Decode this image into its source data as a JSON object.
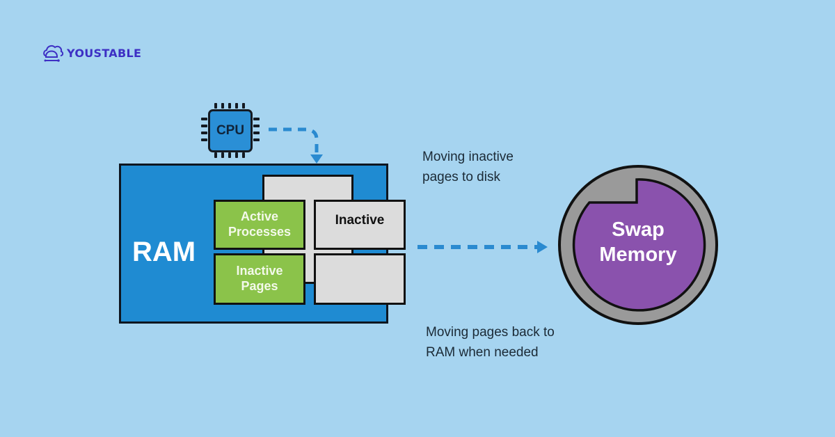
{
  "brand": {
    "name": "YOUSTABLE",
    "icon": "cloud-headset-icon",
    "color": "#3d2fc4"
  },
  "diagram": {
    "title": "Swap memory mechanism",
    "cpu": {
      "label": "CPU",
      "icon": "cpu-chip-icon"
    },
    "ram": {
      "label": "RAM",
      "blocks": [
        {
          "label": "Active Processes",
          "line1": "Active",
          "line2": "Processes",
          "type": "active"
        },
        {
          "label": "Inactive",
          "type": "inactive"
        },
        {
          "label": "Inactive Pages",
          "line1": "Inactive",
          "line2": "Pages",
          "type": "active"
        },
        {
          "label": "",
          "type": "inactive"
        },
        {
          "label": "",
          "type": "inactive-back"
        }
      ]
    },
    "swap": {
      "line1": "Swap",
      "line2": "Memory"
    },
    "captions": {
      "to_disk": {
        "line1": "Moving inactive",
        "line2": "pages to disk"
      },
      "to_ram": {
        "line1": "Moving pages back to",
        "line2": "RAM when needed"
      }
    },
    "arrows": [
      {
        "from": "cpu",
        "to": "ram",
        "style": "dashed"
      },
      {
        "from": "ram",
        "to": "swap",
        "style": "dashed"
      }
    ]
  },
  "colors": {
    "background": "#a6d4f0",
    "ram": "#1f8bd2",
    "active_block": "#8bc34a",
    "inactive_block": "#dcdcdc",
    "swap_fill": "#8a52ad",
    "swap_ring": "#9a9a9a",
    "arrow": "#2a8ad0"
  }
}
